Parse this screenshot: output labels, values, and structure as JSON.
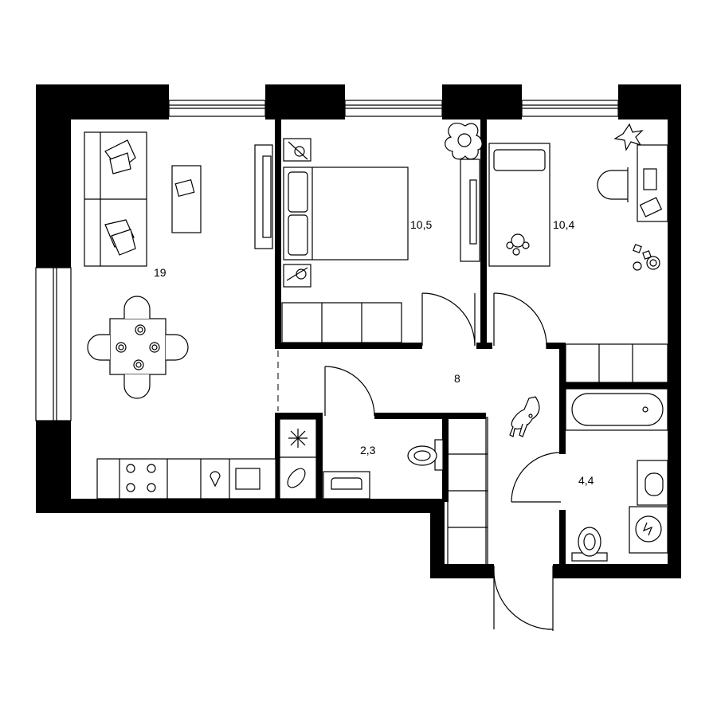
{
  "plan": {
    "rooms": [
      {
        "id": "living-kitchen",
        "area": "19"
      },
      {
        "id": "bedroom",
        "area": "10,5"
      },
      {
        "id": "kids-room",
        "area": "10,4"
      },
      {
        "id": "hallway",
        "area": "8"
      },
      {
        "id": "toilet",
        "area": "2,3"
      },
      {
        "id": "bathroom",
        "area": "4,4"
      }
    ]
  },
  "colors": {
    "wall": "#000000",
    "line": "#000000",
    "background": "#ffffff"
  },
  "icons": [
    "sofa-icon",
    "pillow-icon",
    "coffee-table-icon",
    "tv-stand-icon",
    "dining-table-icon",
    "chair-icon",
    "double-bed-icon",
    "nightstand-lamp-icon",
    "wardrobe-icon",
    "plant-icon",
    "single-bed-icon",
    "teddy-bear-icon",
    "desk-icon",
    "office-chair-icon",
    "toys-icon",
    "kitchen-counter-icon",
    "stove-icon",
    "sink-icon",
    "fridge-icon",
    "toilet-icon",
    "bathtub-icon",
    "washing-machine-icon",
    "dog-icon",
    "door-icon",
    "window-icon"
  ]
}
